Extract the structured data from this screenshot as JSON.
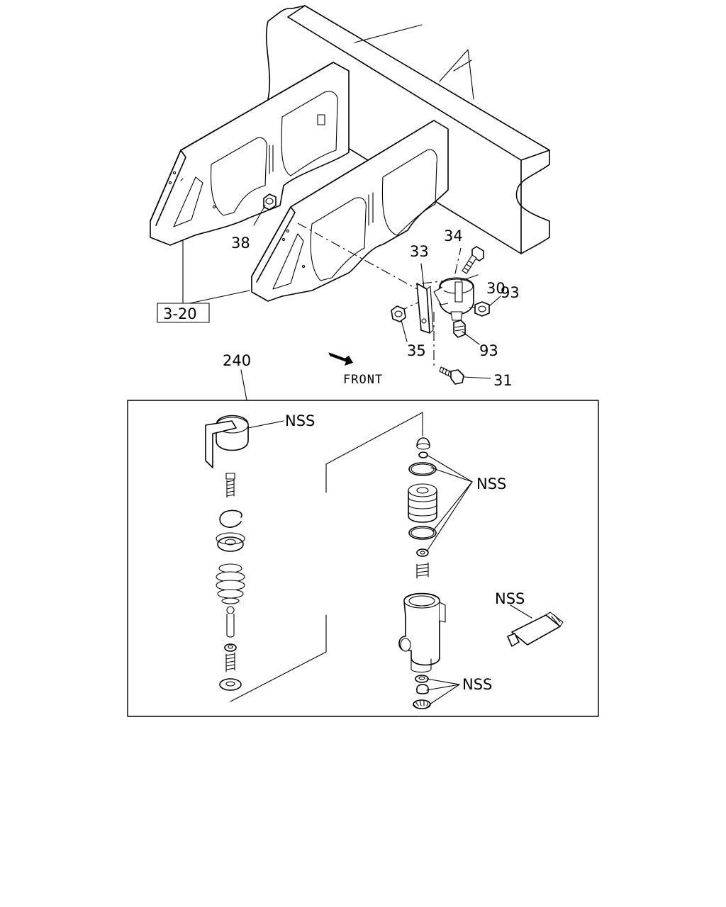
{
  "labels": {
    "p38": "38",
    "p33": "33",
    "p34": "34",
    "p30": "30",
    "p93a": "93",
    "p93b": "93",
    "p35": "35",
    "p31": "31",
    "p240": "240",
    "ref": "3-20",
    "front": "FRONT",
    "nss1": "NSS",
    "nss2": "NSS",
    "nss3": "NSS",
    "nss4": "NSS"
  }
}
